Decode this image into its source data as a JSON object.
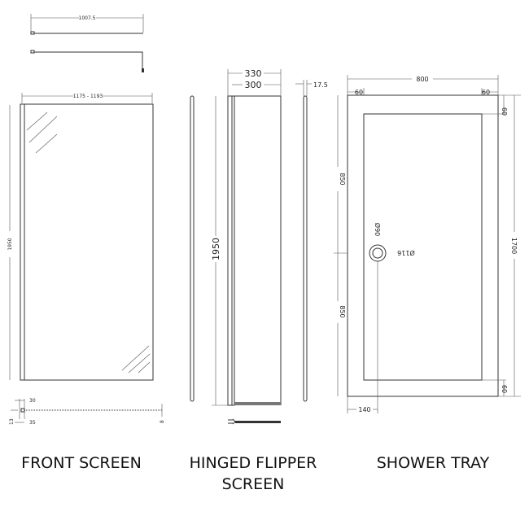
{
  "front_screen": {
    "title": "FRONT SCREEN",
    "bar_length": "1007.5",
    "width": "1175 - 1193",
    "height": "1950",
    "profile": {
      "a": "30",
      "b": "13",
      "c": "35",
      "d": "8"
    }
  },
  "hinged_flipper": {
    "title_line1": "HINGED FLIPPER",
    "title_line2": "SCREEN",
    "outer_width": "330",
    "inner_width": "300",
    "thickness": "17.5",
    "height": "1950"
  },
  "shower_tray": {
    "title": "SHOWER TRAY",
    "width": "800",
    "left_margin": "60",
    "right_margin": "60",
    "top_margin": "60",
    "bottom_margin": "60",
    "length": "1700",
    "upper_half": "850",
    "lower_half": "850",
    "waste_inner": "Ø90",
    "waste_outer": "Ø116",
    "waste_offset": "140"
  }
}
